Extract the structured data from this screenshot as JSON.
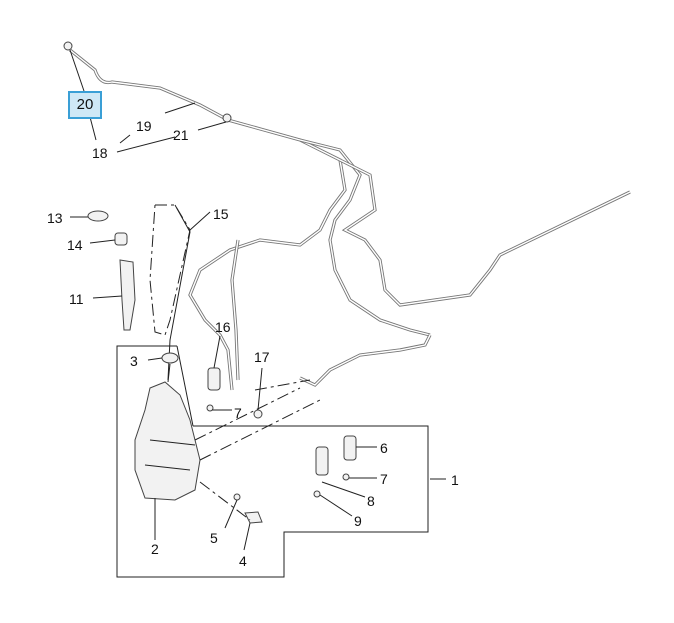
{
  "diagram": {
    "title": "Windshield washer system parts diagram",
    "highlighted_callout": "20",
    "highlight_color": "#cfe8f6",
    "highlight_border": "#3a9fd6",
    "callouts": {
      "c1": "1",
      "c2": "2",
      "c3": "3",
      "c4": "4",
      "c5": "5",
      "c6": "6",
      "c7a": "7",
      "c7b": "7",
      "c8": "8",
      "c9": "9",
      "c11": "11",
      "c13": "13",
      "c14": "14",
      "c15": "15",
      "c16": "16",
      "c17": "17",
      "c18": "18",
      "c19": "19",
      "c20": "20",
      "c21": "21"
    }
  }
}
